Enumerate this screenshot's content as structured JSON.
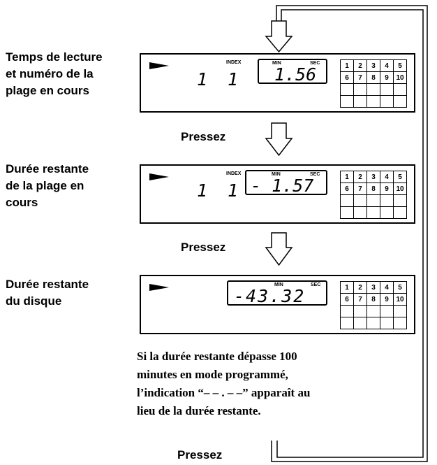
{
  "rows": [
    {
      "label": [
        "Temps de lecture",
        "et numéro de la",
        "plage en cours"
      ],
      "track": "1",
      "index_label": "INDEX",
      "index": "1",
      "min_label": "MIN",
      "sec_label": "SEC",
      "time": "1.56"
    },
    {
      "label": [
        "Durée restante",
        "de la plage en",
        "cours"
      ],
      "track": "1",
      "index_label": "INDEX",
      "index": "1",
      "min_label": "MIN",
      "sec_label": "SEC",
      "time": "- 1.57"
    },
    {
      "label": [
        "Durée restante",
        "du disque"
      ],
      "min_label": "MIN",
      "sec_label": "SEC",
      "time": "-43.32"
    }
  ],
  "grid_numbers": [
    [
      "1",
      "2",
      "3",
      "4",
      "5"
    ],
    [
      "6",
      "7",
      "8",
      "9",
      "10"
    ]
  ],
  "press_label": "Pressez",
  "note": [
    "Si la durée restante dépasse 100",
    "minutes en mode programmé,",
    "l’indication “– – . – –” apparaît au",
    "lieu de la durée restante."
  ]
}
